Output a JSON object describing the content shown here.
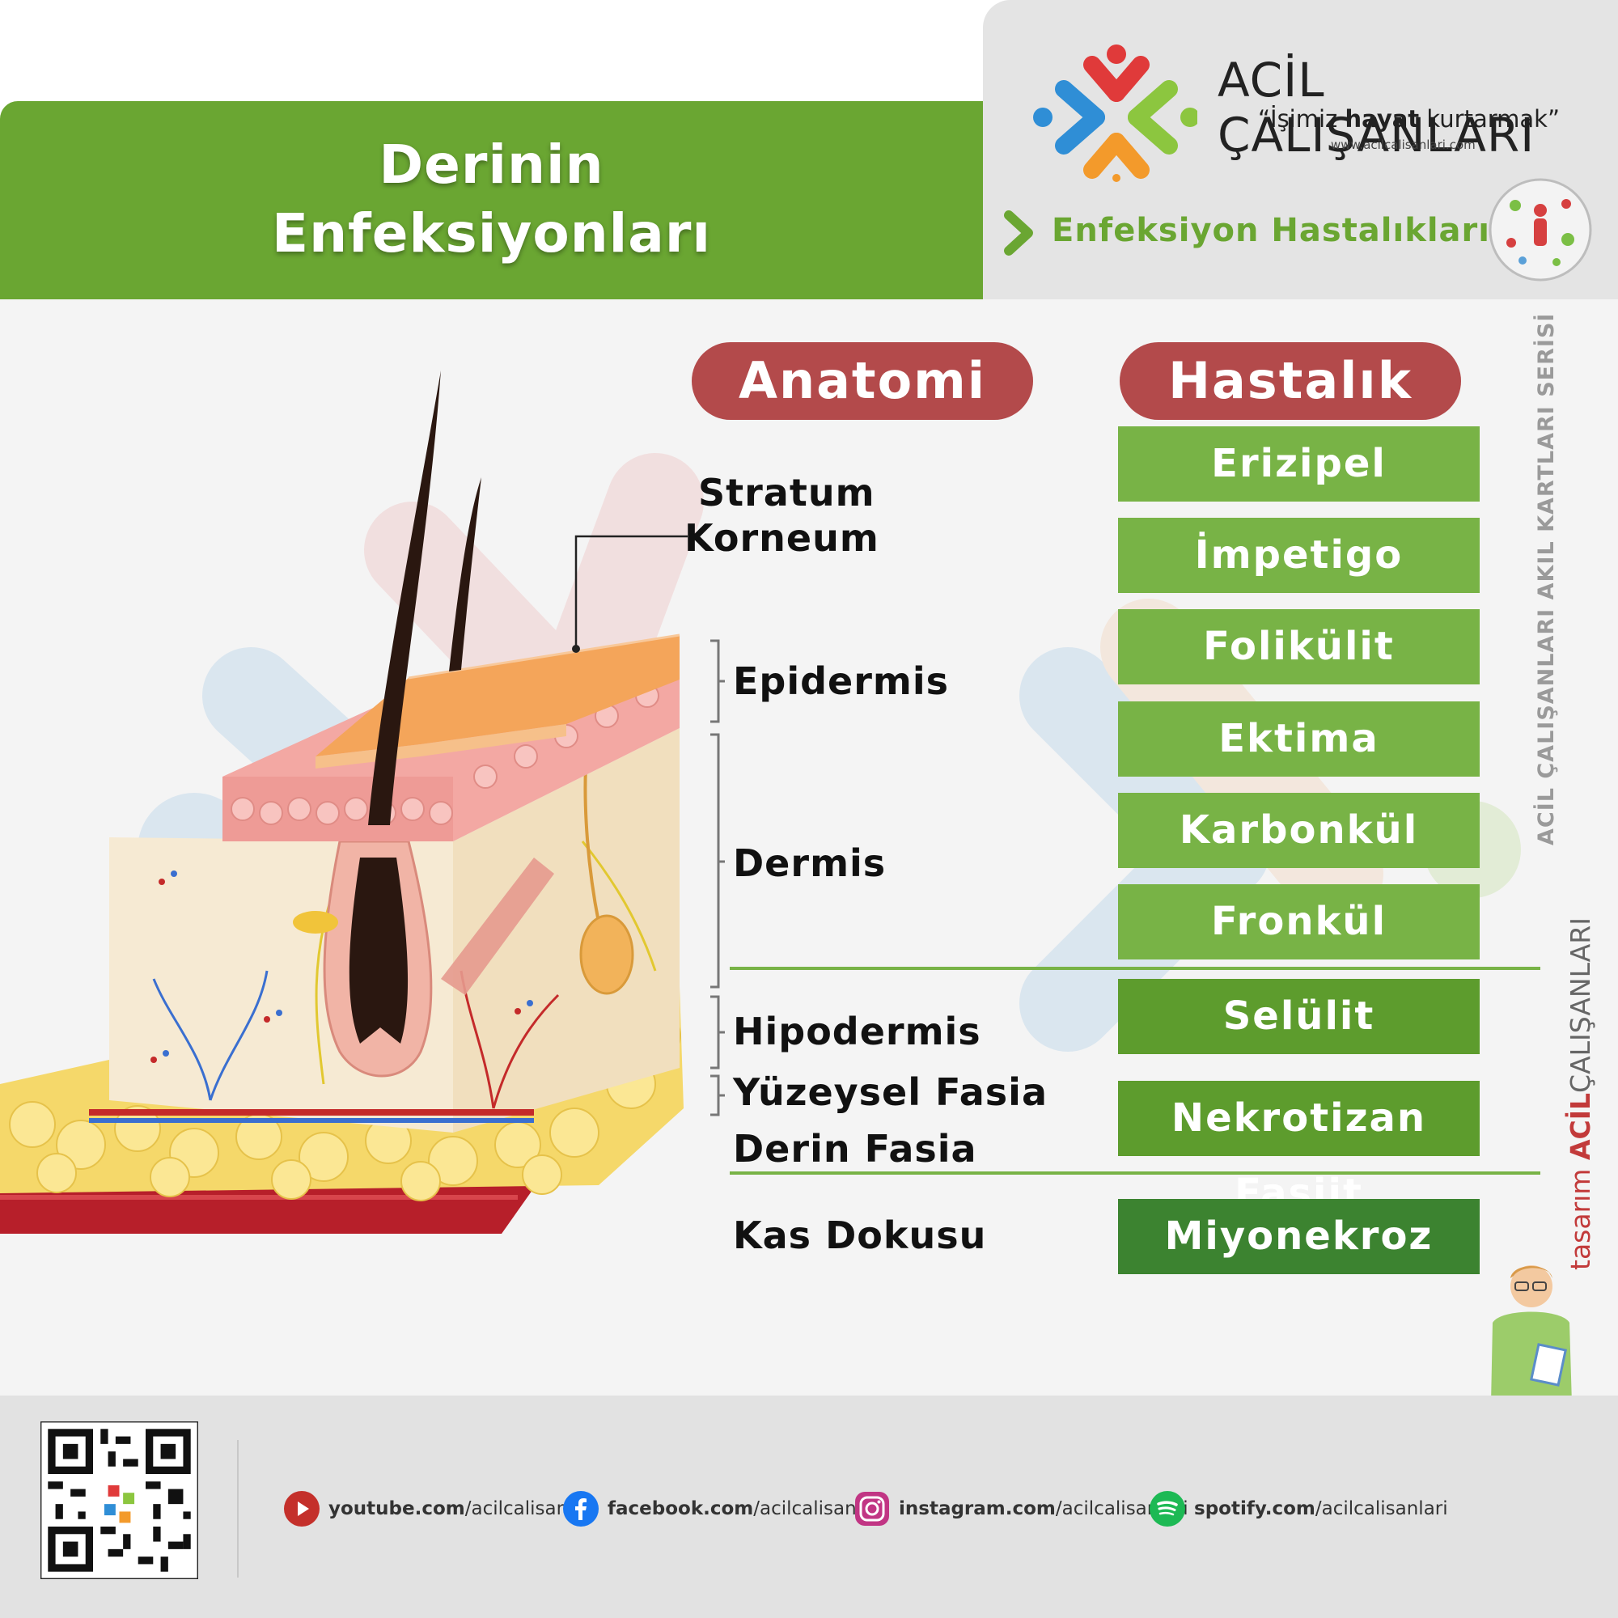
{
  "header": {
    "title_line1": "Derinin",
    "title_line2": "Enfeksiyonları",
    "brand_name": "ACİL ÇALIŞANLARI",
    "brand_slogan_prefix": "“İşimiz ",
    "brand_slogan_bold": "hayat",
    "brand_slogan_suffix": " kurtarmak”",
    "brand_url": "www.acilcalisanlari.com",
    "category": "Enfeksiyon Hastalıkları"
  },
  "columns": {
    "anatomy": "Anatomi",
    "disease": "Hastalık"
  },
  "anatomy_labels": {
    "stratum_line1": "Stratum",
    "stratum_line2": "Korneum",
    "epidermis": "Epidermis",
    "dermis": "Dermis",
    "hypodermis": "Hipodermis",
    "superficial_fascia": "Yüzeysel Fasia",
    "deep_fascia": "Derin Fasia",
    "muscle": "Kas Dokusu"
  },
  "diseases": [
    "Erizipel",
    "İmpetigo",
    "Folikülit",
    "Ektima",
    "Karbonkül",
    "Fronkül",
    "Selülit",
    "Nekrotizan Fasiit",
    "Miyonekroz"
  ],
  "side": {
    "series": "ACİL ÇALIŞANLARI AKIL KARTLARI SERİSİ",
    "design_prefix": "tasarım ",
    "design_brand_a": "ACİL",
    "design_brand_b": "ÇALIŞANLARI"
  },
  "footer": {
    "youtube_domain": "youtube.com",
    "youtube_handle": "/acilcalisanlari",
    "facebook_domain": "facebook.com",
    "facebook_handle": "/acilcalisanlari",
    "instagram_domain": "instagram.com",
    "instagram_handle": "/acilcalisanlari",
    "spotify_domain": "spotify.com",
    "spotify_handle": "/acilcalisanlari"
  },
  "colors": {
    "green": "#6aa632",
    "pill_red": "#b34a4b",
    "disease_light": "#78b346",
    "disease_mid": "#5d9c2d",
    "disease_dark": "#3c8330"
  }
}
